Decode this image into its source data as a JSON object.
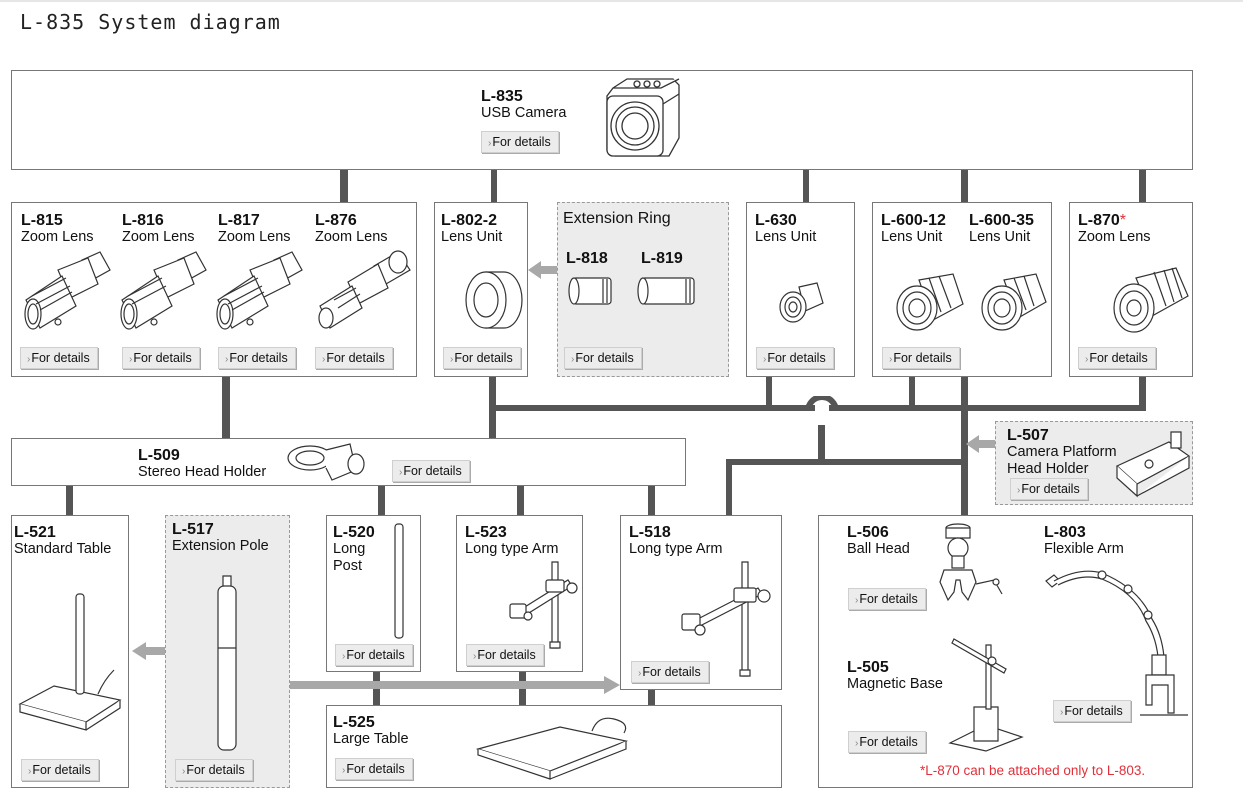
{
  "title": "L-835 System diagram",
  "button_label": "For details",
  "note": "*L-870 can be attached only to L-803.",
  "extension_ring": {
    "title": "Extension Ring"
  },
  "products": {
    "l835": {
      "code": "L-835",
      "desc": "USB Camera"
    },
    "l815": {
      "code": "L-815",
      "desc": "Zoom Lens"
    },
    "l816": {
      "code": "L-816",
      "desc": "Zoom Lens"
    },
    "l817": {
      "code": "L-817",
      "desc": "Zoom Lens"
    },
    "l876": {
      "code": "L-876",
      "desc": "Zoom Lens"
    },
    "l8022": {
      "code": "L-802-2",
      "desc": "Lens Unit"
    },
    "l818": {
      "code": "L-818"
    },
    "l819": {
      "code": "L-819"
    },
    "l630": {
      "code": "L-630",
      "desc": "Lens Unit"
    },
    "l60012": {
      "code": "L-600-12",
      "desc": "Lens Unit"
    },
    "l60035": {
      "code": "L-600-35",
      "desc": "Lens Unit"
    },
    "l870": {
      "code": "L-870",
      "asterisk": "*",
      "desc": "Zoom Lens"
    },
    "l509": {
      "code": "L-509",
      "desc": "Stereo Head Holder"
    },
    "l507": {
      "code": "L-507",
      "desc1": "Camera Platform",
      "desc2": "Head Holder"
    },
    "l521": {
      "code": "L-521",
      "desc": "Standard Table"
    },
    "l517": {
      "code": "L-517",
      "desc": "Extension Pole"
    },
    "l520": {
      "code": "L-520",
      "desc1": "Long",
      "desc2": "Post"
    },
    "l523": {
      "code": "L-523",
      "desc": "Long type Arm"
    },
    "l518": {
      "code": "L-518",
      "desc": "Long type Arm"
    },
    "l525": {
      "code": "L-525",
      "desc": "Large Table"
    },
    "l506": {
      "code": "L-506",
      "desc": "Ball Head"
    },
    "l803": {
      "code": "L-803",
      "desc": "Flexible Arm"
    },
    "l505": {
      "code": "L-505",
      "desc": "Magnetic Base"
    }
  },
  "colors": {
    "connector": "#555555",
    "arrow": "#a8a8a8",
    "note": "#e0303a",
    "accessory_bg": "#ececec"
  }
}
